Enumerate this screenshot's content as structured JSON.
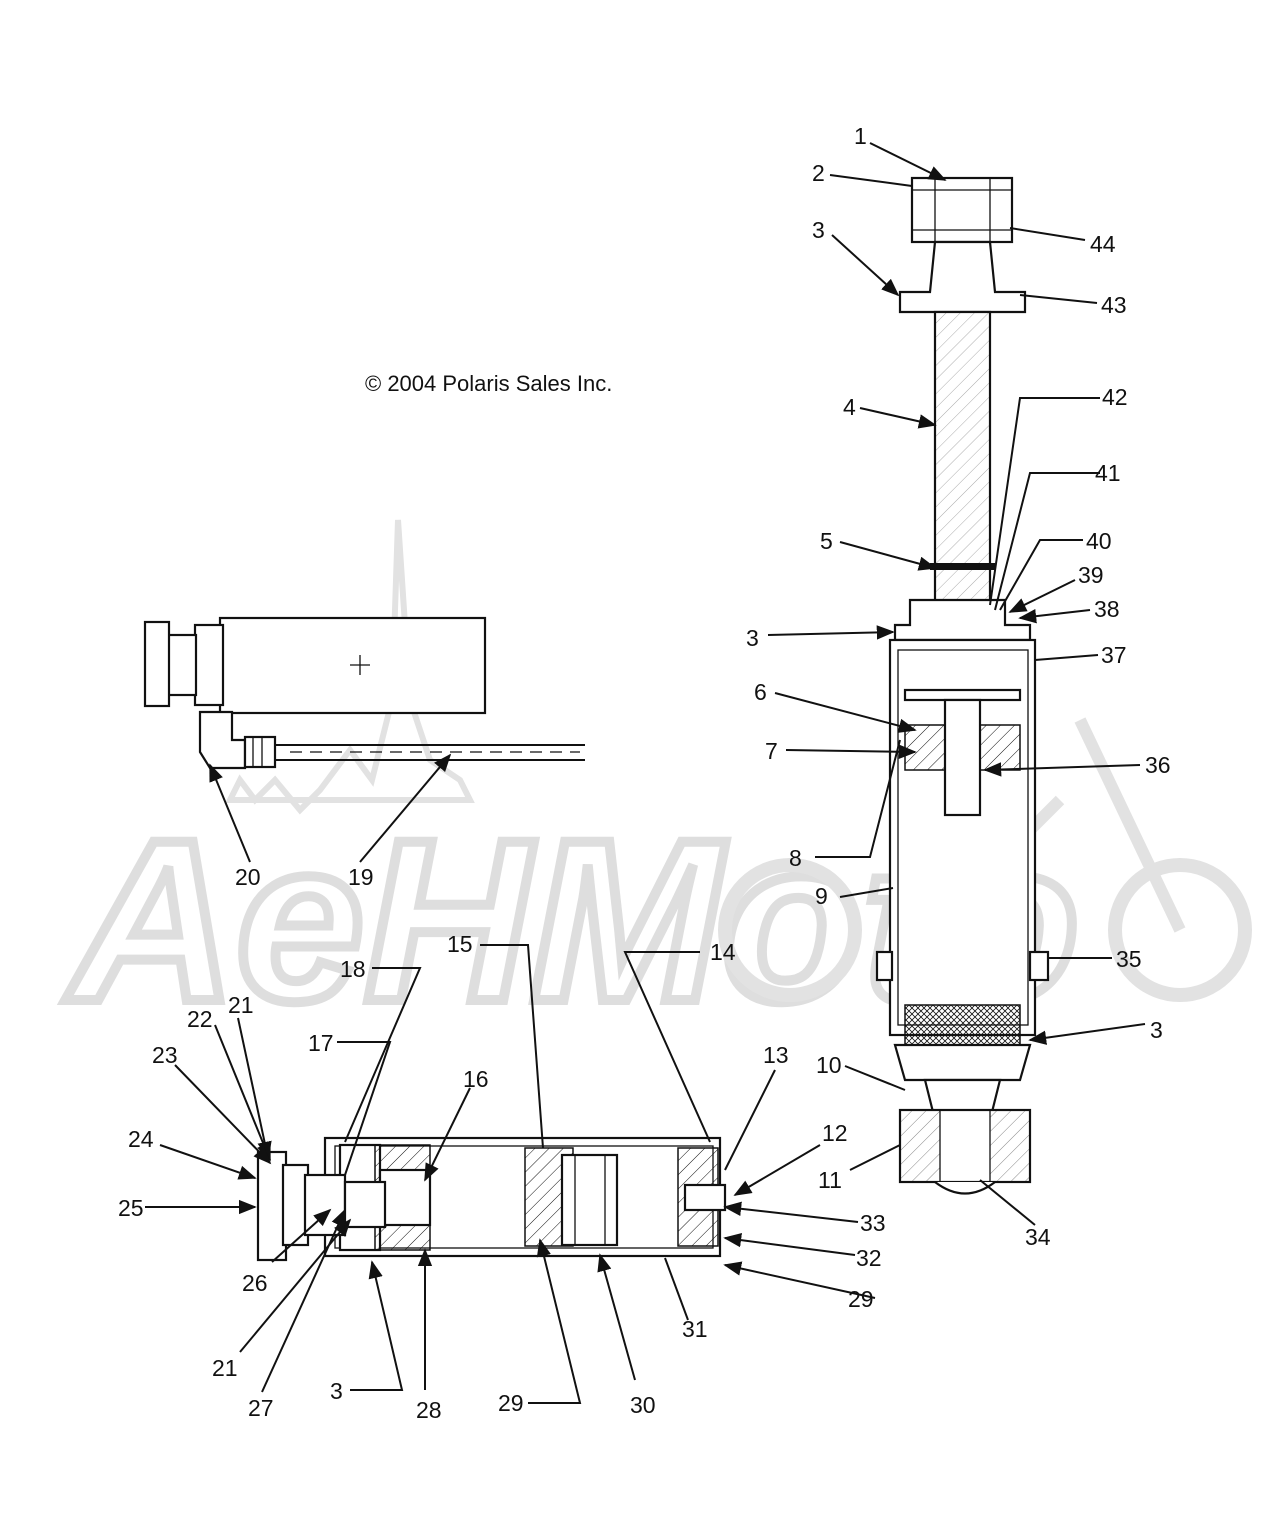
{
  "copyright": "© 2004 Polaris Sales Inc.",
  "watermark": {
    "text": "AeHMoto",
    "color": "#dedede"
  },
  "colors": {
    "ink": "#111111",
    "background": "#ffffff"
  },
  "callouts": [
    {
      "id": "c1",
      "text": "1"
    },
    {
      "id": "c2",
      "text": "2"
    },
    {
      "id": "c3a",
      "text": "3"
    },
    {
      "id": "c44",
      "text": "44"
    },
    {
      "id": "c43",
      "text": "43"
    },
    {
      "id": "c4",
      "text": "4"
    },
    {
      "id": "c42",
      "text": "42"
    },
    {
      "id": "c41",
      "text": "41"
    },
    {
      "id": "c5",
      "text": "5"
    },
    {
      "id": "c40",
      "text": "40"
    },
    {
      "id": "c39",
      "text": "39"
    },
    {
      "id": "c38",
      "text": "38"
    },
    {
      "id": "c3b",
      "text": "3"
    },
    {
      "id": "c37",
      "text": "37"
    },
    {
      "id": "c6",
      "text": "6"
    },
    {
      "id": "c7",
      "text": "7"
    },
    {
      "id": "c36",
      "text": "36"
    },
    {
      "id": "c8",
      "text": "8"
    },
    {
      "id": "c9",
      "text": "9"
    },
    {
      "id": "c35",
      "text": "35"
    },
    {
      "id": "c3c",
      "text": "3"
    },
    {
      "id": "c10",
      "text": "10"
    },
    {
      "id": "c11",
      "text": "11"
    },
    {
      "id": "c34",
      "text": "34"
    },
    {
      "id": "c20",
      "text": "20"
    },
    {
      "id": "c19",
      "text": "19"
    },
    {
      "id": "c15",
      "text": "15"
    },
    {
      "id": "c14",
      "text": "14"
    },
    {
      "id": "c18",
      "text": "18"
    },
    {
      "id": "c21a",
      "text": "21"
    },
    {
      "id": "c22",
      "text": "22"
    },
    {
      "id": "c23",
      "text": "23"
    },
    {
      "id": "c17",
      "text": "17"
    },
    {
      "id": "c16",
      "text": "16"
    },
    {
      "id": "c13",
      "text": "13"
    },
    {
      "id": "c12",
      "text": "12"
    },
    {
      "id": "c24",
      "text": "24"
    },
    {
      "id": "c25",
      "text": "25"
    },
    {
      "id": "c33",
      "text": "33"
    },
    {
      "id": "c32",
      "text": "32"
    },
    {
      "id": "c26",
      "text": "26"
    },
    {
      "id": "c29a",
      "text": "29"
    },
    {
      "id": "c31",
      "text": "31"
    },
    {
      "id": "c21b",
      "text": "21"
    },
    {
      "id": "c27",
      "text": "27"
    },
    {
      "id": "c3d",
      "text": "3"
    },
    {
      "id": "c28",
      "text": "28"
    },
    {
      "id": "c29b",
      "text": "29"
    },
    {
      "id": "c30",
      "text": "30"
    }
  ]
}
